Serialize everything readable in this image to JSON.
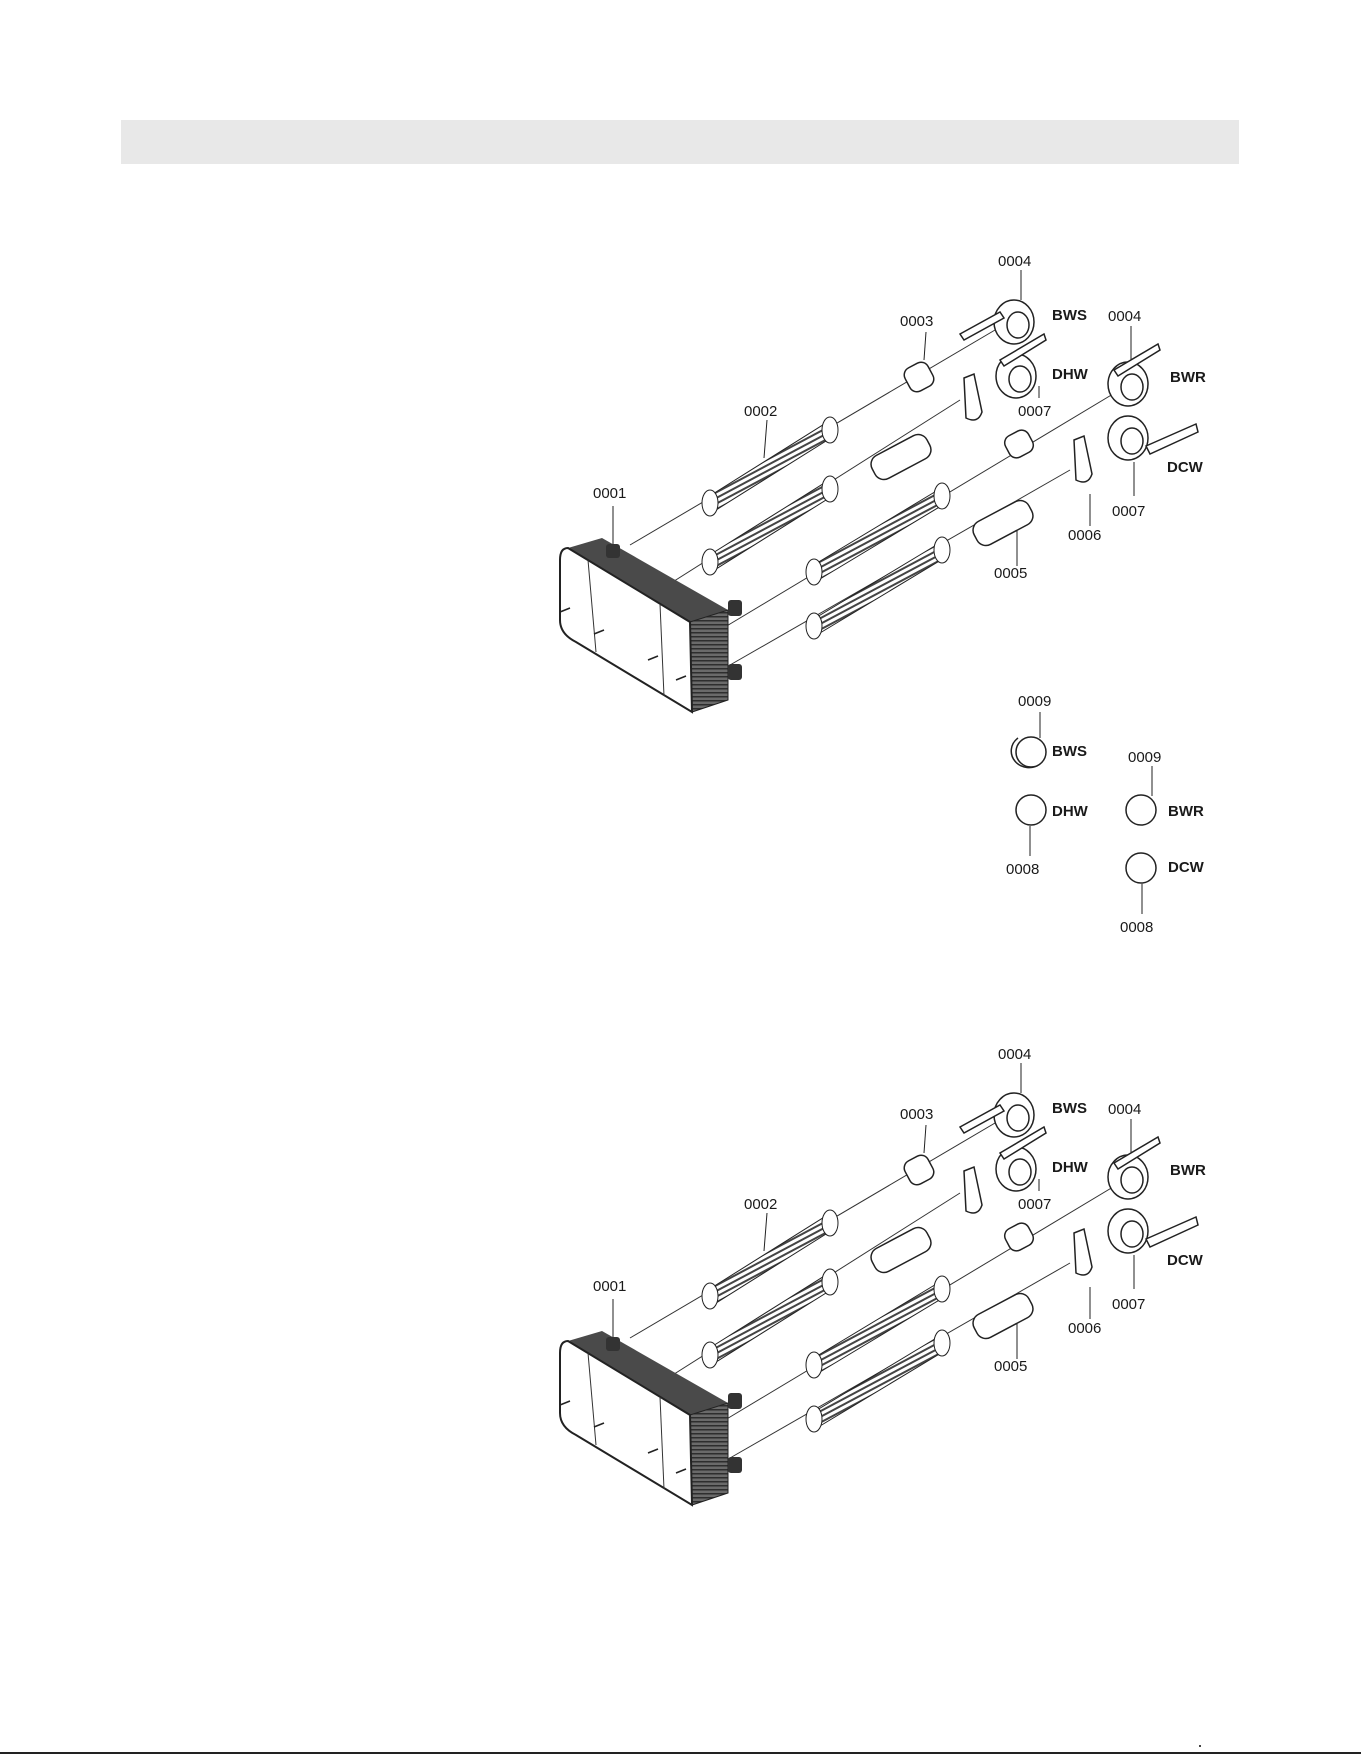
{
  "header_bar": {
    "color": "#e8e8e8"
  },
  "diagrams": [
    {
      "part_labels": {
        "p0001": "0001",
        "p0002": "0002",
        "p0003": "0003",
        "p0004a": "0004",
        "p0004b": "0004",
        "p0005": "0005",
        "p0006": "0006",
        "p0007a": "0007",
        "p0007b": "0007"
      },
      "port_labels": {
        "bws": "BWS",
        "dhw": "DHW",
        "bwr": "BWR",
        "dcw": "DCW"
      },
      "caps": {
        "p0009a": "0009",
        "p0009b": "0009",
        "p0008a": "0008",
        "p0008b": "0008",
        "bws": "BWS",
        "dhw": "DHW",
        "bwr": "BWR",
        "dcw": "DCW"
      }
    },
    {
      "part_labels": {
        "p0001": "0001",
        "p0002": "0002",
        "p0003": "0003",
        "p0004a": "0004",
        "p0004b": "0004",
        "p0005": "0005",
        "p0006": "0006",
        "p0007a": "0007",
        "p0007b": "0007"
      },
      "port_labels": {
        "bws": "BWS",
        "dhw": "DHW",
        "bwr": "BWR",
        "dcw": "DCW"
      }
    }
  ]
}
